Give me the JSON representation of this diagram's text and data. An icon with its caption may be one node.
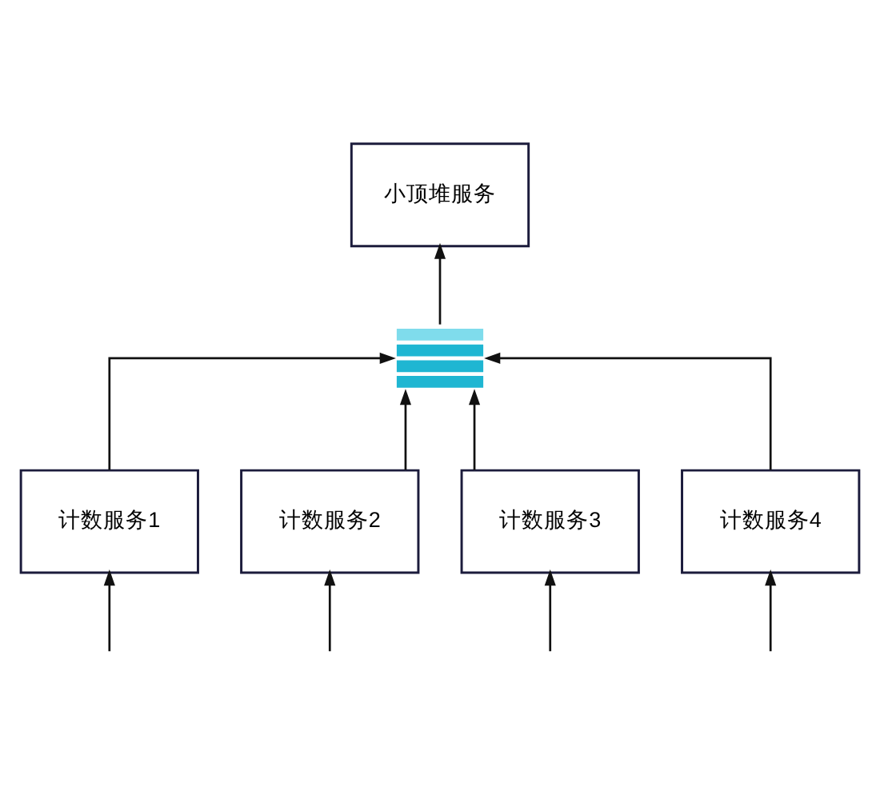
{
  "diagram": {
    "nodes": [
      {
        "text": [
          "小顶堆服务"
        ]
      },
      {
        "text": [],
        "shape": "picture"
      },
      {
        "text": [
          "计数服务1"
        ]
      },
      {
        "text": [
          "计数服务2"
        ]
      },
      {
        "text": [
          "计数服务3"
        ]
      },
      {
        "text": [
          "计数服务4"
        ]
      }
    ],
    "edges": [
      {
        "from": 2,
        "to": 1,
        "arrow": "to"
      },
      {
        "from": 3,
        "to": 1,
        "arrow": "to"
      },
      {
        "from": 4,
        "to": 1,
        "arrow": "to"
      },
      {
        "from": 5,
        "to": 1,
        "arrow": "to"
      },
      {
        "from": 1,
        "to": 0,
        "arrow": "to"
      },
      {
        "from": null,
        "to": 2,
        "arrow": "to"
      },
      {
        "from": null,
        "to": 3,
        "arrow": "to"
      },
      {
        "from": null,
        "to": 4,
        "arrow": "to"
      },
      {
        "from": null,
        "to": 5,
        "arrow": "to"
      }
    ]
  }
}
